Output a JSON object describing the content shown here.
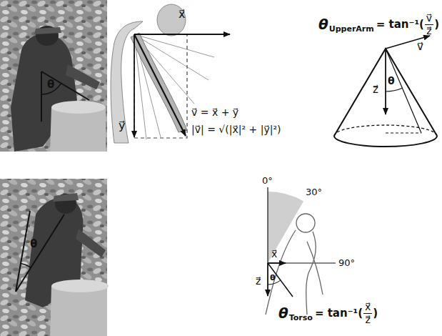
{
  "diagram": {
    "labels": [
      "θ",
      "x⃗",
      "y⃗",
      "v⃗ = x⃗ + y⃗",
      "|v⃗| = √(|x⃗|² + |y⃗|²)",
      "θ",
      "UpperArm",
      "= tan⁻¹(",
      "v⃗",
      "z⃗",
      ")",
      "v⃗",
      "θ",
      "z⃗",
      "θ",
      "0°",
      "30°",
      "x⃗",
      "z⃗",
      "θ",
      "90°",
      "θ",
      "Torso",
      "= tan⁻¹(",
      "x⃗",
      "z⃗",
      ")"
    ]
  }
}
